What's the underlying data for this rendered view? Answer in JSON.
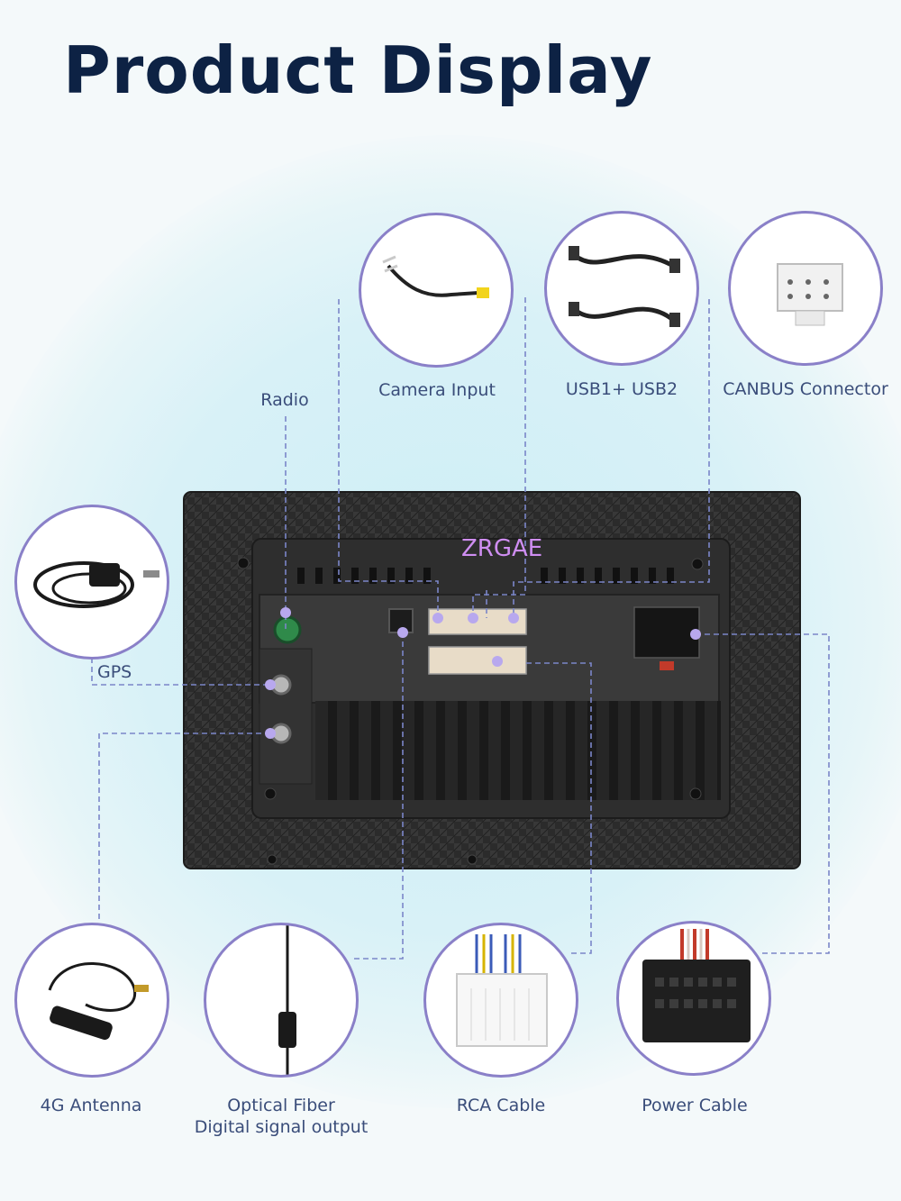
{
  "title": "Product Display",
  "brand": "ZRGAE",
  "colors": {
    "title": "#0d2244",
    "label": "#3a4d7a",
    "bubble_border": "#8a80c8",
    "connector_line": "#7b86c8",
    "brand": "#cf8ef2",
    "panel": "#2a2a2a"
  },
  "accessories": [
    {
      "name": "Camera Input",
      "icon": "camera-input-cable-icon"
    },
    {
      "name": "USB1+ USB2",
      "icon": "usb-cable-icon"
    },
    {
      "name": "CANBUS Connector",
      "icon": "canbus-connector-icon"
    },
    {
      "name": "Radio",
      "icon": "radio-port-icon"
    },
    {
      "name": "GPS",
      "icon": "gps-antenna-icon"
    },
    {
      "name": "4G Antenna",
      "icon": "4g-antenna-icon"
    },
    {
      "name": "Optical Fiber",
      "sub": "Digital signal output",
      "icon": "optical-fiber-icon"
    },
    {
      "name": "RCA Cable",
      "icon": "rca-cable-icon"
    },
    {
      "name": "Power Cable",
      "icon": "power-cable-icon"
    }
  ]
}
